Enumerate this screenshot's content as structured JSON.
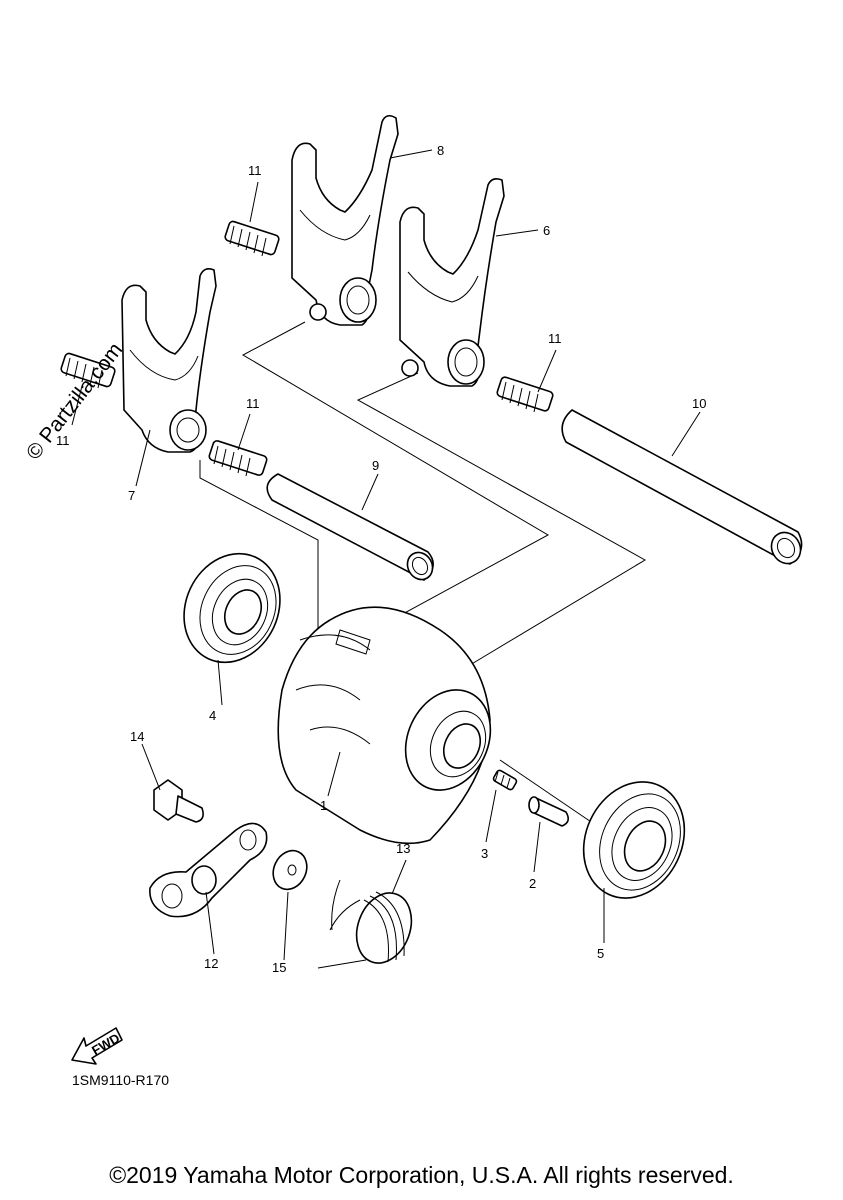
{
  "callouts": {
    "c1": "1",
    "c2": "2",
    "c3": "3",
    "c4": "4",
    "c5": "5",
    "c6": "6",
    "c7": "7",
    "c8": "8",
    "c9": "9",
    "c10": "10",
    "c11a": "11",
    "c11b": "11",
    "c11c": "11",
    "c11d": "11",
    "c12": "12",
    "c13": "13",
    "c14": "14",
    "c15": "15"
  },
  "fwd_label": "FWD",
  "diagram_code": "1SM9110-R170",
  "watermark": "© Partzilla.com",
  "copyright": "©2019 Yamaha Motor Corporation, U.S.A. All rights reserved."
}
